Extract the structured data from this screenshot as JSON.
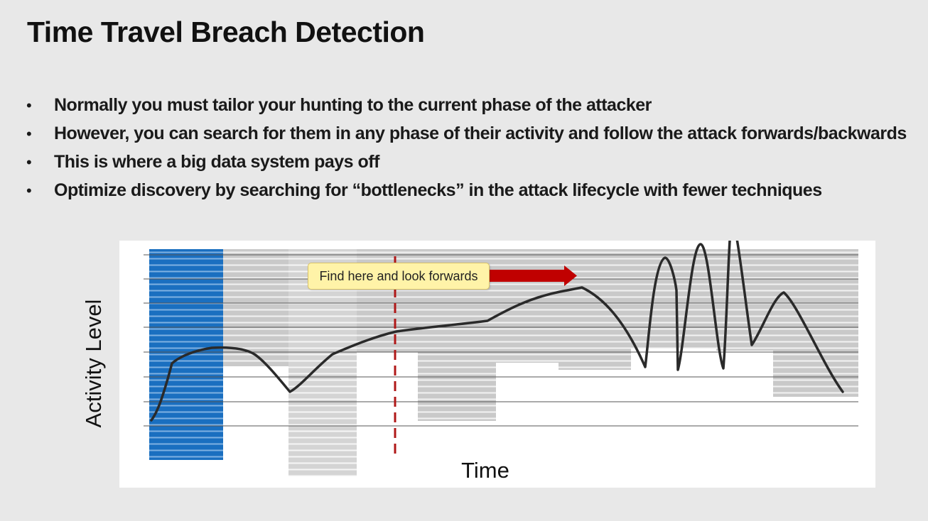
{
  "slide": {
    "title": "Time Travel Breach Detection",
    "bullets": [
      "Normally you must tailor your hunting to the current phase of the attacker",
      "However, you can search for them in any phase of their activity and follow the attack forwards/backwards",
      "This is where a big data system pays off",
      "Optimize discovery by searching for “bottlenecks” in the attack lifecycle with fewer techniques"
    ],
    "bullet_marker": "•"
  },
  "diagram": {
    "y_label": "Activity Level",
    "x_label": "Time",
    "callout_text": "Find here and look forwards",
    "colors": {
      "highlight_column": "#1a6fc0",
      "gray_column": "#c4c4c4",
      "activity_line": "#2a2a2a",
      "marker_line": "#b01818",
      "arrow": "#c00000",
      "callout_fill": "#fff3a8"
    },
    "icons": [
      "forward-arrow-icon",
      "dashed-time-marker"
    ]
  }
}
